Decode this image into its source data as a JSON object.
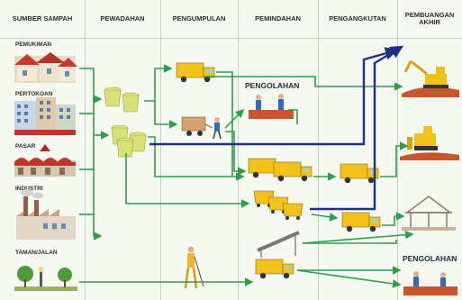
{
  "columns": {
    "sources": "SUMBER SAMPAH",
    "storage": "PEWADAHAN",
    "collection": "PENGUMPULAN",
    "transfer": "PEMINDAHAN",
    "transport": "PENGANGKUTAN",
    "final": "PEMBUANGAN AKHIR"
  },
  "sources": [
    "PEMUKIMAN",
    "PERTOKOAN",
    "PASAR",
    "INDUSTRI",
    "TAMAN/JALAN"
  ],
  "processing_label_top": "PENGOLAHAN",
  "processing_label_bottom": "PENGOLAHAN",
  "colors": {
    "green_arrow": "#2f9e4a",
    "blue_arrow": "#1f2f8c",
    "truck_yellow": "#f2c21b",
    "soil": "#c8552b"
  }
}
